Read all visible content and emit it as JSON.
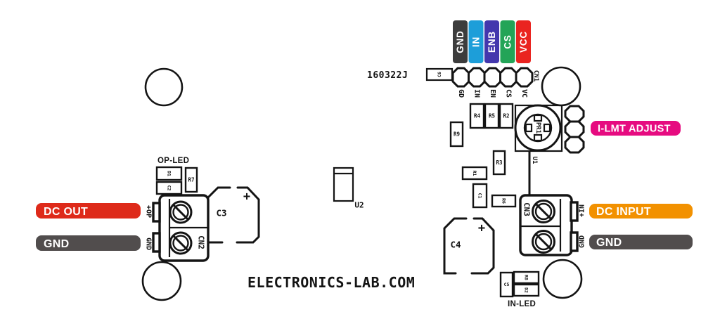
{
  "meta": {
    "date_code": "160322J",
    "watermark": "ELECTRONICS-LAB.COM"
  },
  "header": {
    "connector": "CN1",
    "labels": [
      {
        "text": "GND",
        "color": "#3c3c3c"
      },
      {
        "text": "IN",
        "color": "#1d9ed9"
      },
      {
        "text": "ENB",
        "color": "#4337ad"
      },
      {
        "text": "CS",
        "color": "#23a457"
      },
      {
        "text": "VCC",
        "color": "#ea2420"
      }
    ],
    "pins": [
      "GD",
      "IN",
      "EN",
      "CS",
      "VC"
    ]
  },
  "callouts": {
    "i_lmt": {
      "text": "I-LMT ADJUST",
      "color": "#e60b80"
    },
    "dc_input": {
      "text": "DC INPUT",
      "color": "#f29100"
    },
    "dc_input_gnd": {
      "text": "GND",
      "color": "#514d4d"
    },
    "dc_out": {
      "text": "DC OUT",
      "color": "#de2a1a"
    },
    "dc_out_gnd": {
      "text": "GND",
      "color": "#514d4d"
    },
    "op_led": {
      "text": "OP-LED",
      "color": "#e60b80"
    },
    "in_led": {
      "text": "IN-LED",
      "color": "#00a551"
    }
  },
  "connectors": {
    "cn2": {
      "name": "CN2",
      "pin_top": "+OP",
      "pin_bottom": "GND"
    },
    "cn3": {
      "name": "CN3",
      "pin_top": "+IN",
      "pin_bottom": "GND"
    }
  },
  "components": {
    "pr1": "PR1",
    "u1": "U1",
    "u2": "U2",
    "c1": "C1",
    "c2": "C2",
    "c3": "C3",
    "c4": "C4",
    "c5": "C5",
    "c6": "C6",
    "r1": "R1",
    "r2": "R2",
    "r3": "R3",
    "r4": "R4",
    "r5": "R5",
    "r6": "R6",
    "r7": "R7",
    "r8": "R8",
    "r9": "R9",
    "d1": "D1",
    "d2": "D2",
    "c3_plus": "+",
    "c4_plus": "+"
  }
}
